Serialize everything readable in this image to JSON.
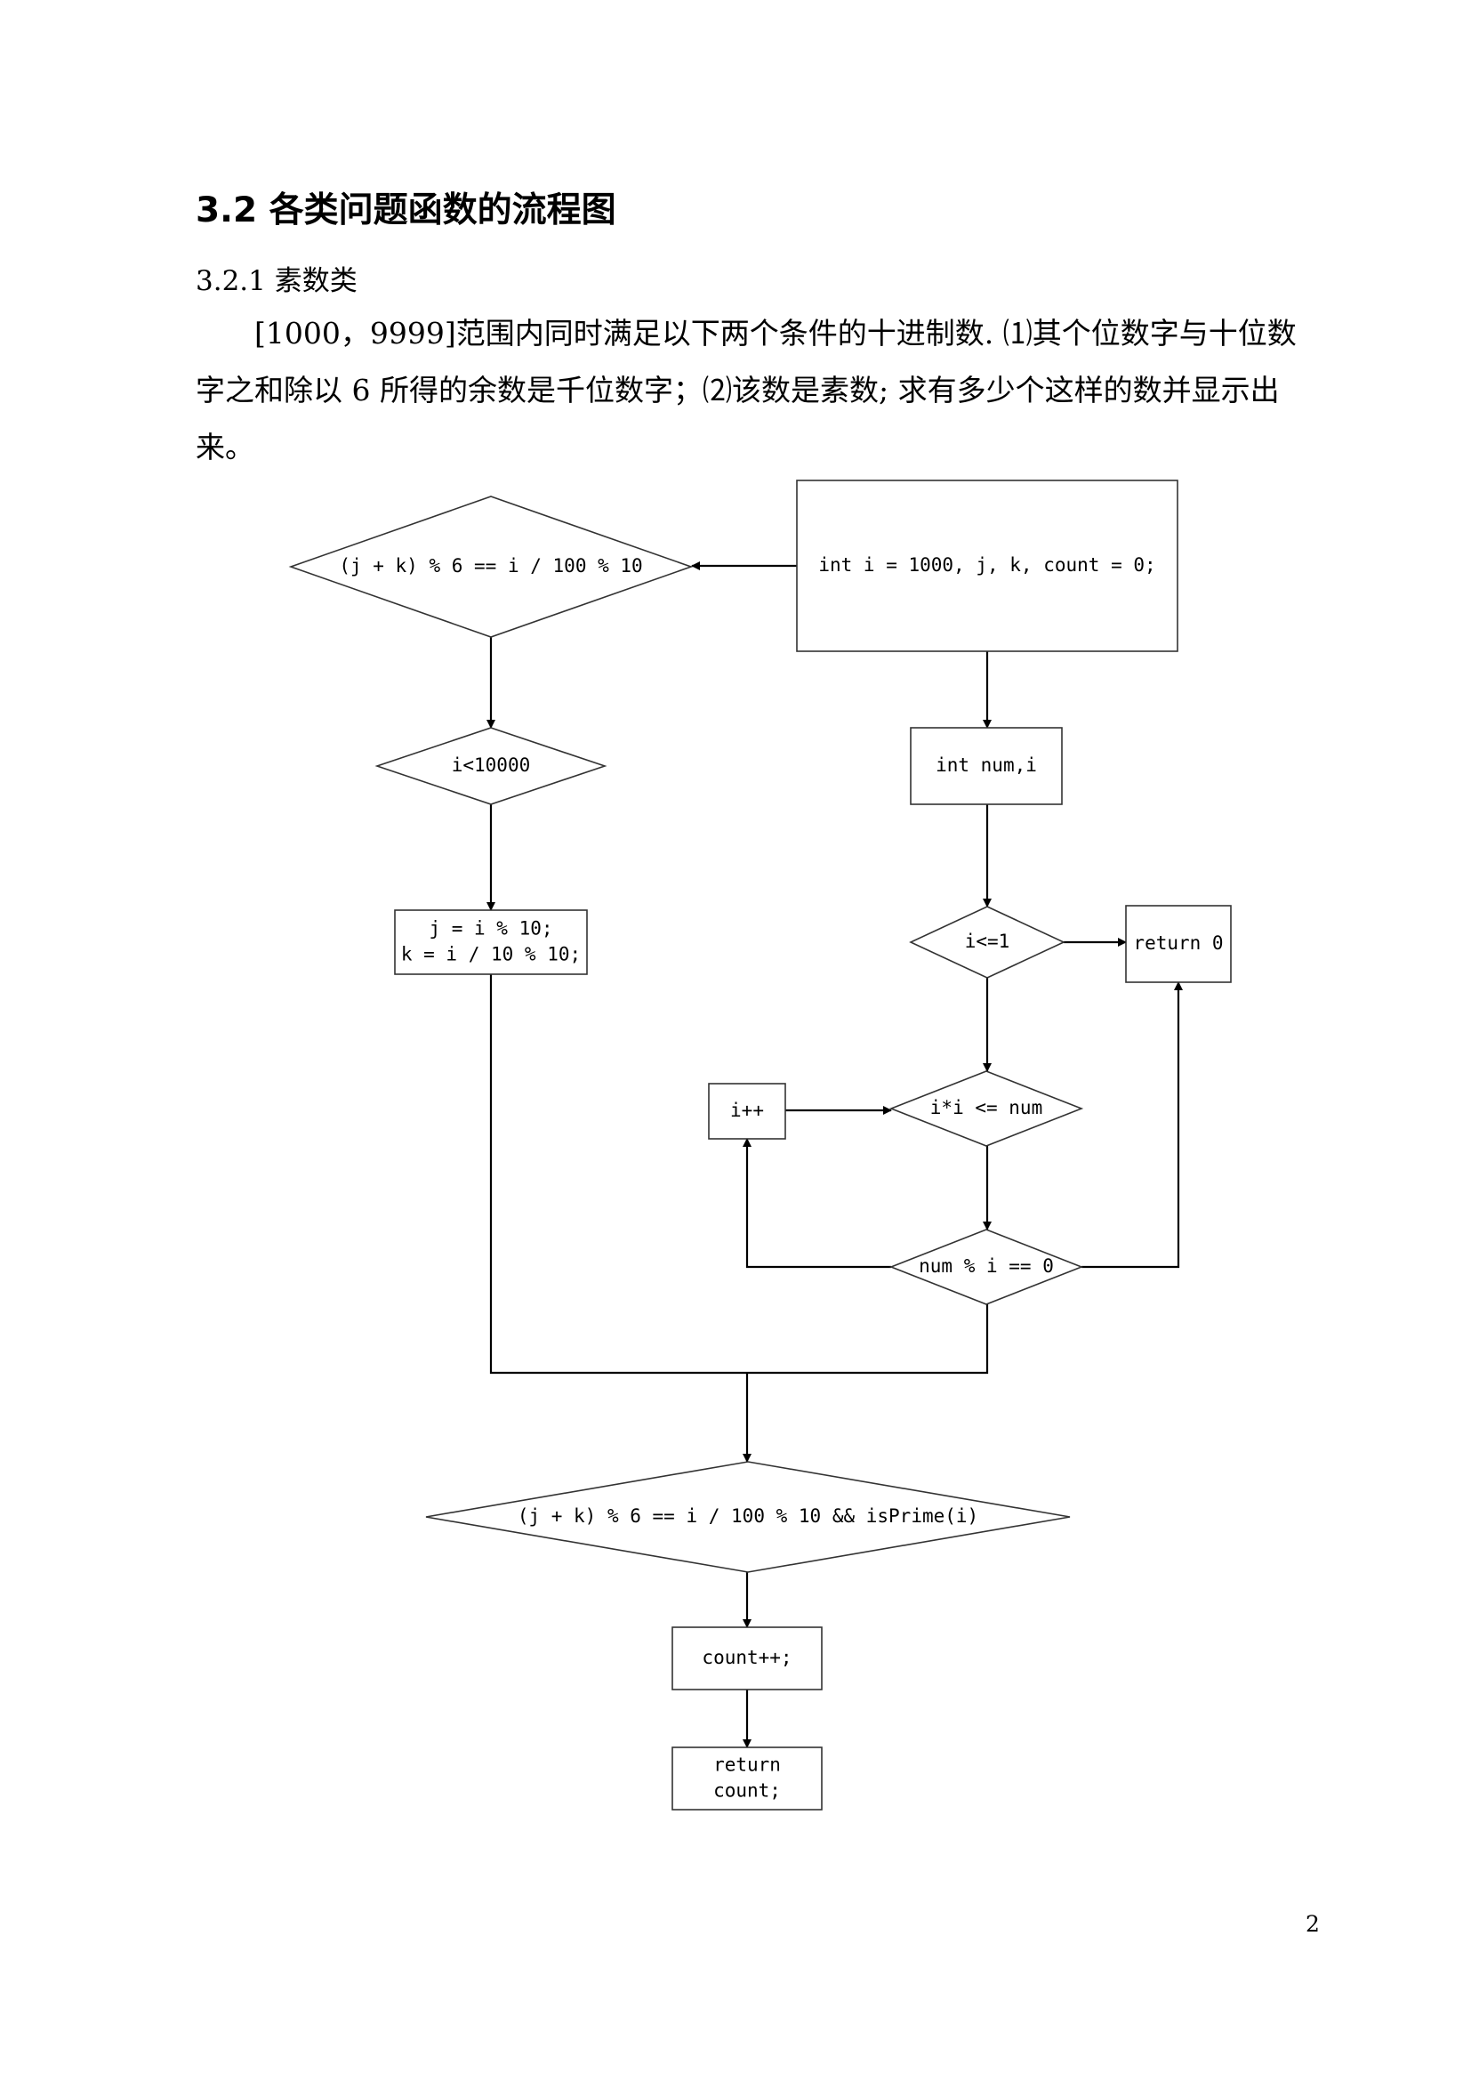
{
  "section": {
    "heading": "3.2 各类问题函数的流程图",
    "subheading": "3.2.1 素数类",
    "paragraph": "[1000，9999]范围内同时满足以下两个条件的十进制数. ⑴其个位数字与十位数字之和除以 6 所得的余数是千位数字；⑵该数是素数; 求有多少个这样的数并显示出来。"
  },
  "flowchart": {
    "nodes": {
      "init": {
        "lines": [
          "int i = 1000, j, k, count = 0;"
        ]
      },
      "cond_top": {
        "lines": [
          "(j + k) % 6 == i / 100 % 10"
        ]
      },
      "loop_cond": {
        "lines": [
          "i<10000"
        ]
      },
      "digits": {
        "lines": [
          "j = i % 10;",
          "k = i / 10 % 10;"
        ]
      },
      "prime_decl": {
        "lines": [
          "int num,i"
        ]
      },
      "le_one": {
        "lines": [
          "i<=1"
        ]
      },
      "ret_zero": {
        "lines": [
          "return 0"
        ]
      },
      "sq_cond": {
        "lines": [
          "i*i <= num"
        ]
      },
      "inc_i": {
        "lines": [
          "i++"
        ]
      },
      "mod_cond": {
        "lines": [
          "num % i == 0"
        ]
      },
      "final_cond": {
        "lines": [
          "(j + k) % 6 == i / 100 % 10 && isPrime(i)"
        ]
      },
      "count_inc": {
        "lines": [
          "count++;"
        ]
      },
      "ret_count": {
        "lines": [
          "return",
          "count;"
        ]
      }
    }
  },
  "page_number": "2"
}
